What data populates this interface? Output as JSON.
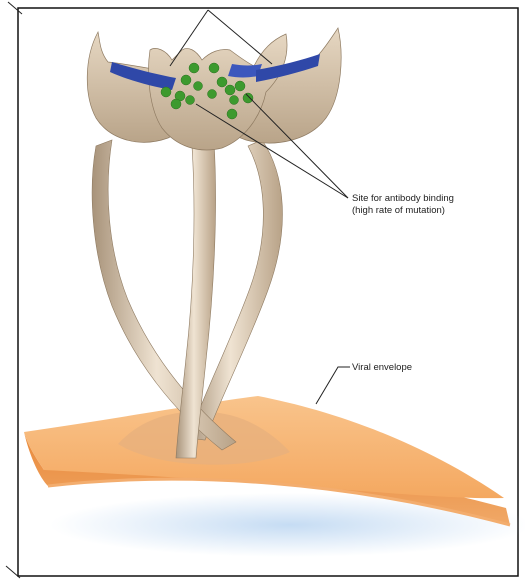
{
  "labels": {
    "antibody_site_line1": "Site for antibody binding",
    "antibody_site_line2": "(high rate of mutation)",
    "viral_envelope": "Viral envelope"
  },
  "colors": {
    "background": "#ffffff",
    "frame": "#111111",
    "protein": "#d9c6ad",
    "protein_shadow": "#a8937a",
    "protein_light": "#efe3d2",
    "receptor_pocket": "#2f48a8",
    "binding_site": "#3d9a2e",
    "envelope_top": "#f7b777",
    "envelope_side": "#e8872f",
    "envelope_underglow": "#bfd8f2"
  },
  "icons": {
    "antibody_sites": "green-dot-cluster",
    "receptor_pockets": "blue-pocket"
  }
}
